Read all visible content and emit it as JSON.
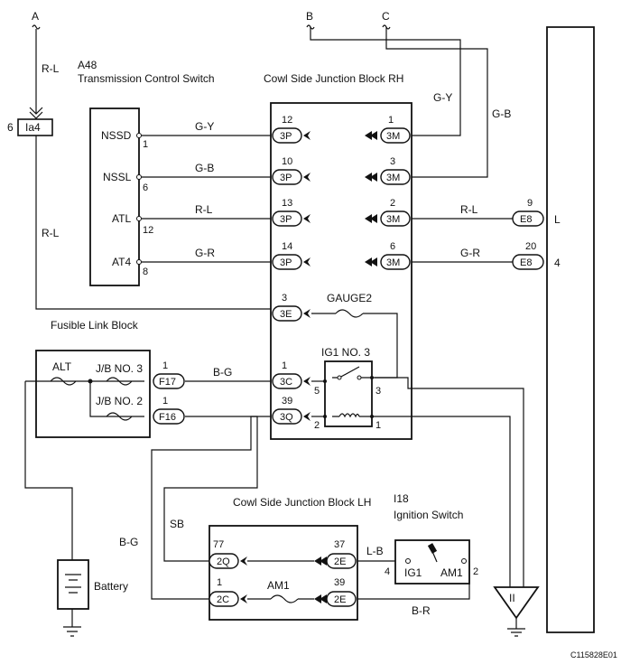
{
  "refs": {
    "a": "A",
    "b": "B",
    "c": "C"
  },
  "components": {
    "a48_code": "A48",
    "a48_name": "Transmission Control Switch",
    "cowl_rh": "Cowl Side Junction Block RH",
    "cowl_lh": "Cowl Side Junction Block LH",
    "fusible": "Fusible Link Block",
    "i18_code": "I18",
    "i18_name": "Ignition Switch",
    "battery": "Battery",
    "ig1no3": "IG1 NO. 3"
  },
  "switch_pins": {
    "nssd": "NSSD",
    "nssd_n": "1",
    "nssl": "NSSL",
    "nssl_n": "6",
    "atl": "ATL",
    "atl_n": "12",
    "at4": "AT4",
    "at4_n": "8"
  },
  "wires": {
    "rl_top": "R-L",
    "rl_left": "R-L",
    "gy_1": "G-Y",
    "gb_1": "G-B",
    "rl_1": "R-L",
    "gr_1": "G-R",
    "gy_b": "G-Y",
    "gb_c": "G-B",
    "rl_e8": "R-L",
    "gr_e8": "G-R",
    "bg_f17": "B-G",
    "sb": "SB",
    "bg_2c": "B-G",
    "lb": "L-B",
    "br": "B-R"
  },
  "connectors": {
    "ia4": "Ia4",
    "ia4_pin": "6",
    "p3p_1": "3P",
    "p3p_1_n": "12",
    "p3m_1": "3M",
    "p3m_1_n": "1",
    "p3p_2": "3P",
    "p3p_2_n": "10",
    "p3m_2": "3M",
    "p3m_2_n": "3",
    "p3p_3": "3P",
    "p3p_3_n": "13",
    "p3m_3": "3M",
    "p3m_3_n": "2",
    "p3p_4": "3P",
    "p3p_4_n": "14",
    "p3m_4": "3M",
    "p3m_4_n": "6",
    "e8_1": "E8",
    "e8_1_n": "9",
    "e8_1_r": "L",
    "e8_2": "E8",
    "e8_2_n": "20",
    "e8_2_r": "4",
    "p3e": "3E",
    "p3e_n": "3",
    "p3c": "3C",
    "p3c_n": "1",
    "p3q": "3Q",
    "p3q_n": "39",
    "f17": "F17",
    "f17_n": "1",
    "f16": "F16",
    "f16_n": "1",
    "p2q": "2Q",
    "p2q_n": "77",
    "p2e_1": "2E",
    "p2e_1_n": "37",
    "p2c": "2C",
    "p2c_n": "1",
    "p2e_2": "2E",
    "p2e_2_n": "39"
  },
  "fuses": {
    "gauge2": "GAUGE2",
    "alt": "ALT",
    "jb3": "J/B NO. 3",
    "jb2": "J/B NO. 2",
    "am1": "AM1"
  },
  "relay_pins": {
    "p5": "5",
    "p3": "3",
    "p2": "2",
    "p1": "1"
  },
  "ignition": {
    "ig1": "IG1",
    "am1": "AM1",
    "pin4": "4",
    "pin2": "2"
  },
  "ground": {
    "label": "II"
  },
  "figure_code": "C115828E01"
}
